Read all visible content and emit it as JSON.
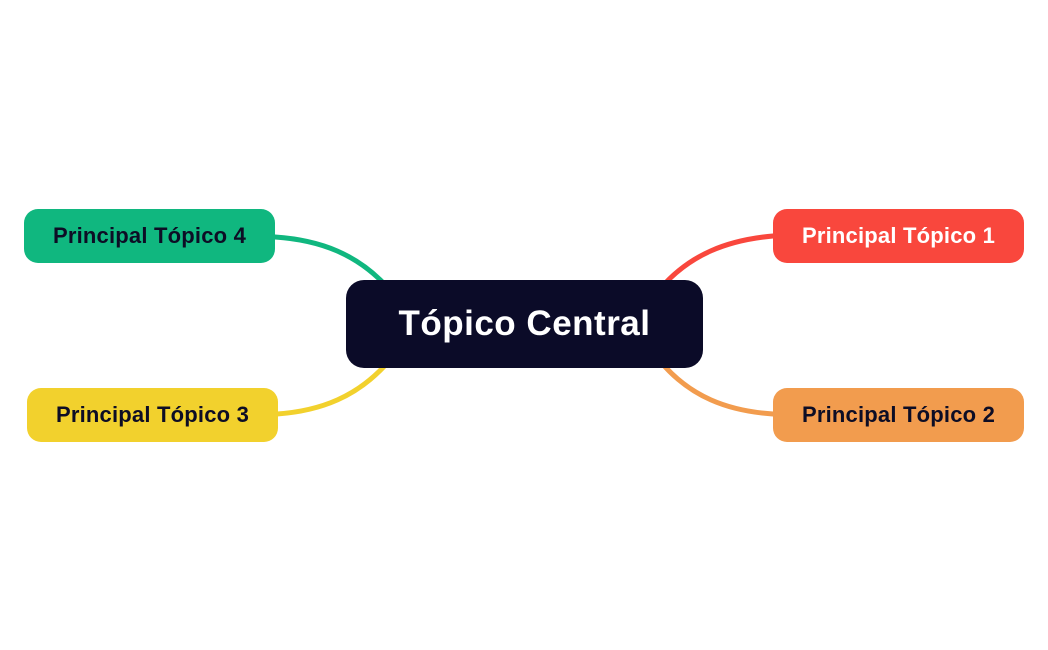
{
  "diagram": {
    "background_color": "#ffffff",
    "central": {
      "label": "Tópico Central",
      "fill": "#0b0b28",
      "text_color": "#ffffff"
    },
    "topics": [
      {
        "label": "Principal Tópico 1",
        "fill": "#f9473d",
        "text_color": "#ffffff",
        "connector_color": "#f9473d",
        "position": "top-right"
      },
      {
        "label": "Principal Tópico 2",
        "fill": "#f29c4e",
        "text_color": "#0d0d25",
        "connector_color": "#f29c4e",
        "position": "bottom-right"
      },
      {
        "label": "Principal Tópico 3",
        "fill": "#f2d12d",
        "text_color": "#0d0d25",
        "connector_color": "#f2d12d",
        "position": "bottom-left"
      },
      {
        "label": "Principal Tópico 4",
        "fill": "#10b77f",
        "text_color": "#0d0d25",
        "connector_color": "#10b77f",
        "position": "top-left"
      }
    ]
  }
}
